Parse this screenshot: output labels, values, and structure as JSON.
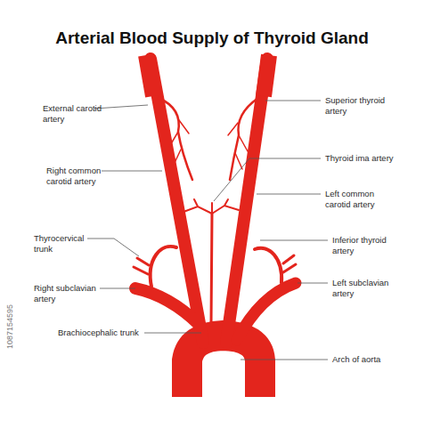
{
  "diagram": {
    "title": "Arterial Blood Supply of Thyroid Gland",
    "labels": [
      "External carotid artery",
      "Superior thyroid artery",
      "Thyroid ima artery",
      "Right common carotid artery",
      "Left common carotid artery",
      "Thyrocervical trunk",
      "Inferior thyroid artery",
      "Right subclavian artery",
      "Left subclavian artery",
      "Brachiocephalic trunk",
      "Arch of aorta",
      "1087154595"
    ]
  }
}
